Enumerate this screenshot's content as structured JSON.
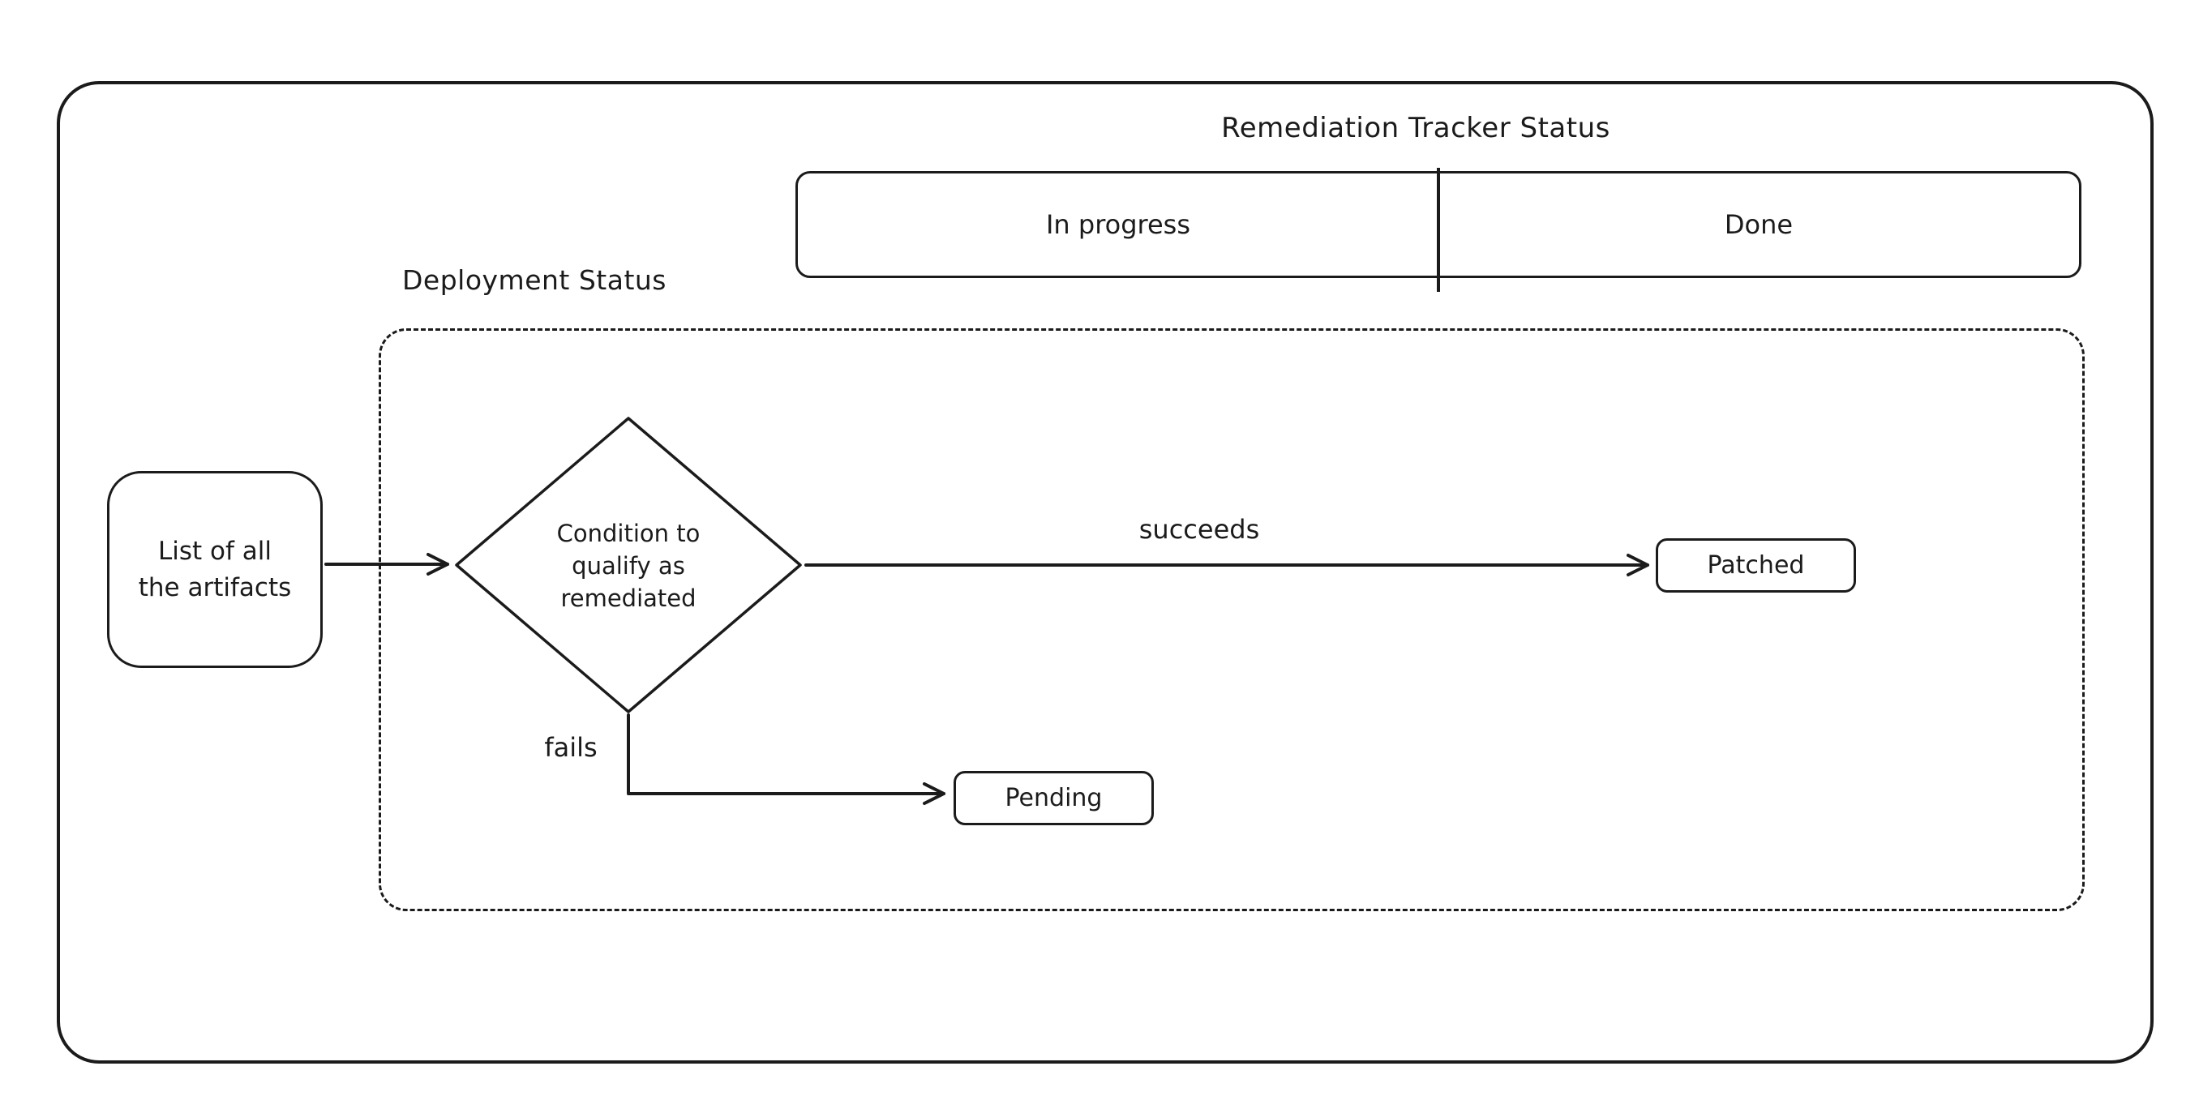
{
  "diagram": {
    "title": "Remediation Tracker Status",
    "tracker": {
      "cells": [
        {
          "label": "In progress"
        },
        {
          "label": "Done"
        }
      ]
    },
    "deployment_label": "Deployment Status",
    "nodes": {
      "artifacts": {
        "line1": "List of all",
        "line2": "the artifacts"
      },
      "condition": {
        "line1": "Condition to",
        "line2": "qualify as",
        "line3": "remediated"
      },
      "patched": "Patched",
      "pending": "Pending"
    },
    "edges": {
      "succeeds": "succeeds",
      "fails": "fails"
    },
    "colors": {
      "stroke": "#1b1b1b",
      "background": "#ffffff"
    }
  }
}
